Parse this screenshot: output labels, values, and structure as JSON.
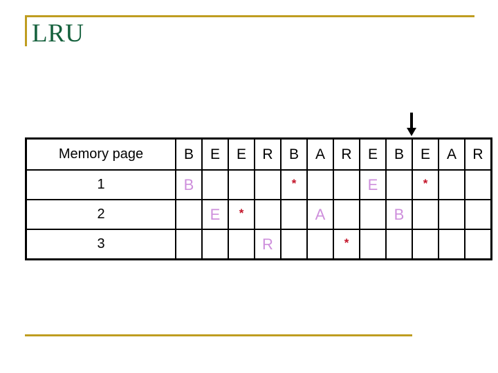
{
  "slide": {
    "title": "LRU",
    "title_color": "#14603C",
    "rule_color": "#BF9D20"
  },
  "pointer": {
    "icon": "down-arrow-icon",
    "points_at_column_index": 9
  },
  "table": {
    "row_header_label": "Memory page",
    "reference_string": [
      "B",
      "E",
      "E",
      "R",
      "B",
      "A",
      "R",
      "E",
      "B",
      "E",
      "A",
      "R"
    ],
    "frame_color": "#CE8FDC",
    "hit_mark_color": "#C31328",
    "hit_mark_glyph": "*",
    "rows": [
      {
        "label": "1",
        "cells": [
          {
            "text": "B",
            "kind": "frame"
          },
          {
            "text": "",
            "kind": "empty"
          },
          {
            "text": "",
            "kind": "empty"
          },
          {
            "text": "",
            "kind": "empty"
          },
          {
            "text": "*",
            "kind": "hit"
          },
          {
            "text": "",
            "kind": "empty"
          },
          {
            "text": "",
            "kind": "empty"
          },
          {
            "text": "E",
            "kind": "frame"
          },
          {
            "text": "",
            "kind": "empty"
          },
          {
            "text": "*",
            "kind": "hit"
          },
          {
            "text": "",
            "kind": "empty"
          },
          {
            "text": "",
            "kind": "empty"
          }
        ]
      },
      {
        "label": "2",
        "cells": [
          {
            "text": "",
            "kind": "empty"
          },
          {
            "text": "E",
            "kind": "frame"
          },
          {
            "text": "*",
            "kind": "hit"
          },
          {
            "text": "",
            "kind": "empty"
          },
          {
            "text": "",
            "kind": "empty"
          },
          {
            "text": "A",
            "kind": "frame"
          },
          {
            "text": "",
            "kind": "empty"
          },
          {
            "text": "",
            "kind": "empty"
          },
          {
            "text": "B",
            "kind": "frame"
          },
          {
            "text": "",
            "kind": "empty"
          },
          {
            "text": "",
            "kind": "empty"
          },
          {
            "text": "",
            "kind": "empty"
          }
        ]
      },
      {
        "label": "3",
        "cells": [
          {
            "text": "",
            "kind": "empty"
          },
          {
            "text": "",
            "kind": "empty"
          },
          {
            "text": "",
            "kind": "empty"
          },
          {
            "text": "R",
            "kind": "frame"
          },
          {
            "text": "",
            "kind": "empty"
          },
          {
            "text": "",
            "kind": "empty"
          },
          {
            "text": "*",
            "kind": "hit"
          },
          {
            "text": "",
            "kind": "empty"
          },
          {
            "text": "",
            "kind": "empty"
          },
          {
            "text": "",
            "kind": "empty"
          },
          {
            "text": "",
            "kind": "empty"
          },
          {
            "text": "",
            "kind": "empty"
          }
        ]
      }
    ]
  }
}
